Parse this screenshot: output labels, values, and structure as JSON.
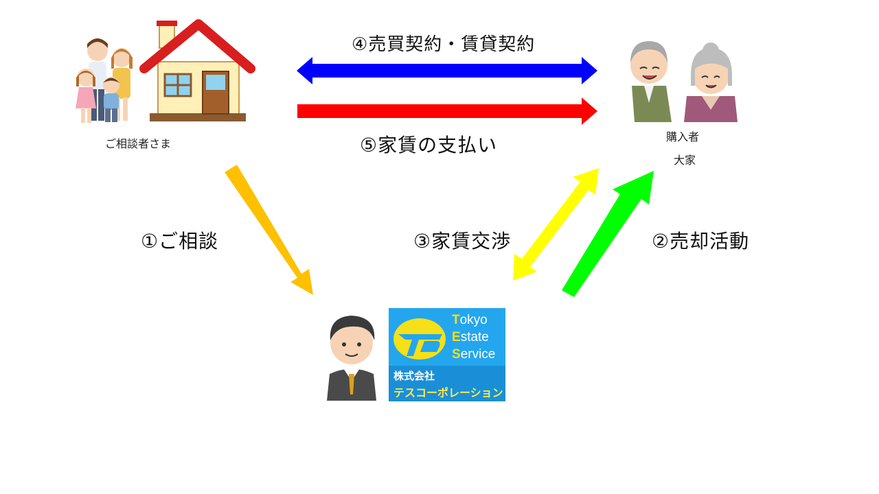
{
  "labels": {
    "customer": "ご相談者さま",
    "buyer": "購入者",
    "landlord": "大家"
  },
  "steps": {
    "step1": "①ご相談",
    "step2": "②売却活動",
    "step3": "③家賃交渉",
    "step4": "④売買契約・賃貸契約",
    "step5": "⑤家賃の支払い"
  },
  "logo": {
    "line1_cap": "T",
    "line1_rest": "okyo",
    "line2_cap": "E",
    "line2_rest": "state",
    "line3_cap": "S",
    "line3_rest": "ervice",
    "company_type": "株式会社",
    "company_name": "テスコーポレーション"
  },
  "colors": {
    "arrow_contract": "#0000ff",
    "arrow_payment": "#ff0000",
    "arrow_consult": "#ffc000",
    "arrow_negotiation": "#ffff00",
    "arrow_sales": "#00ff00",
    "logo_blue": "#23a6ee"
  }
}
